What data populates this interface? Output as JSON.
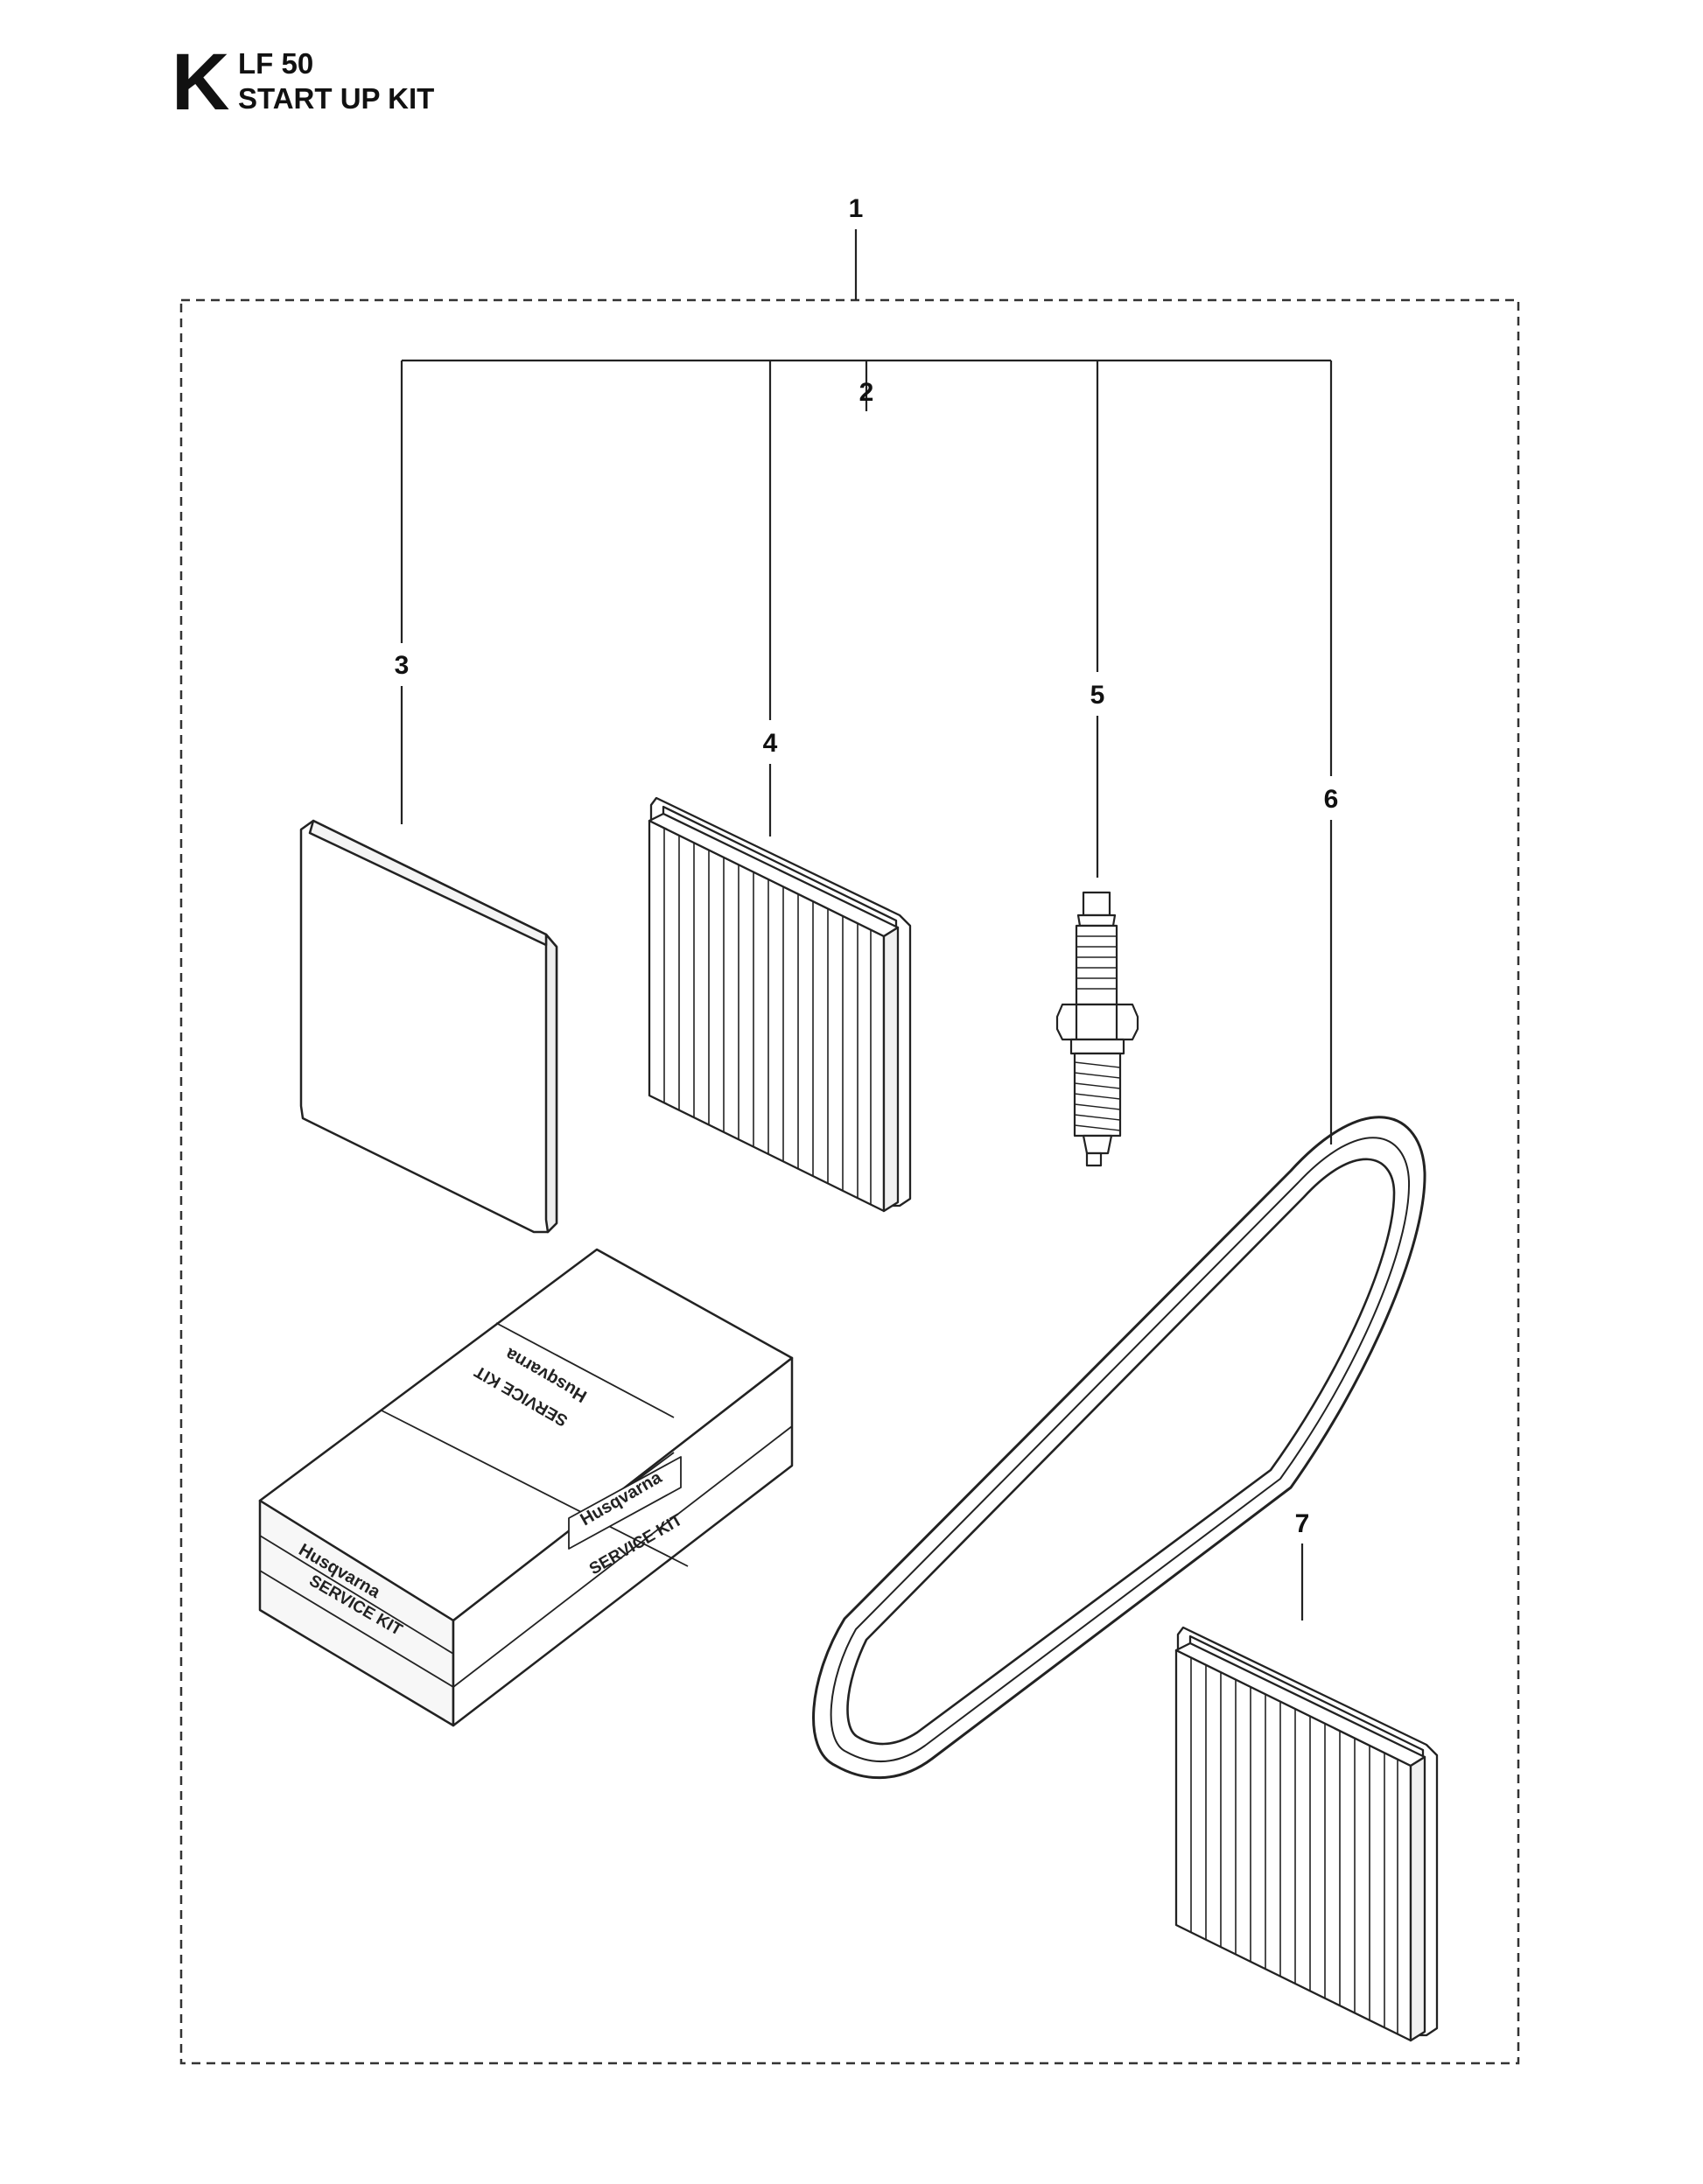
{
  "header": {
    "section_letter": "K",
    "model": "LF 50",
    "title": "START UP KIT"
  },
  "callouts": {
    "c1": "1",
    "c2": "2",
    "c3": "3",
    "c4": "4",
    "c5": "5",
    "c6": "6",
    "c7": "7"
  },
  "package": {
    "brand": "Husqvarna",
    "label": "SERVICE KIT"
  },
  "parts": [
    {
      "ref": "1",
      "icon": "start-up-kit-group"
    },
    {
      "ref": "2",
      "icon": "service-kit-group"
    },
    {
      "ref": "3",
      "icon": "pre-filter-pad-icon"
    },
    {
      "ref": "4",
      "icon": "air-filter-icon"
    },
    {
      "ref": "5",
      "icon": "spark-plug-icon"
    },
    {
      "ref": "6",
      "icon": "drive-belt-icon"
    },
    {
      "ref": "7",
      "icon": "air-filter-icon"
    }
  ]
}
